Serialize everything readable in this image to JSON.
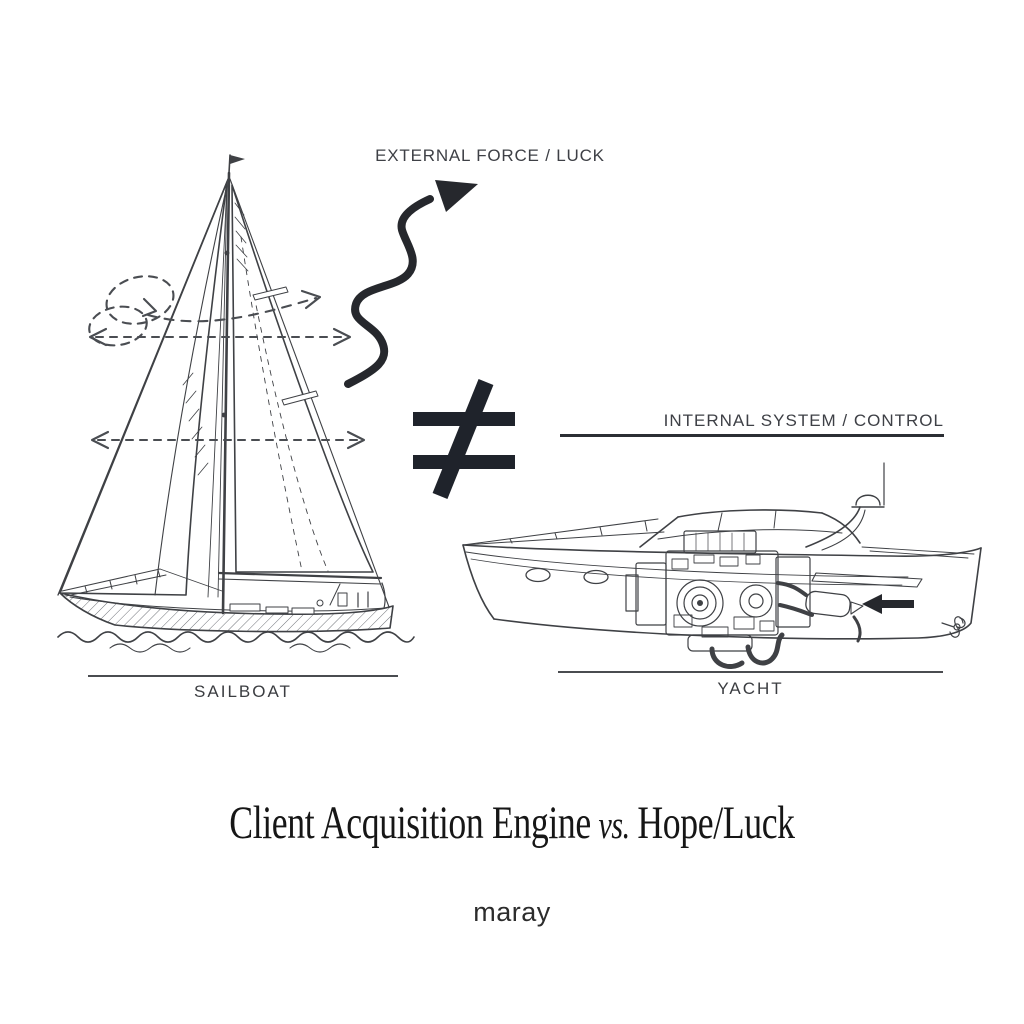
{
  "sailboat_panel": {
    "force_label": "EXTERNAL FORCE / LUCK",
    "caption": "SAILBOAT"
  },
  "yacht_panel": {
    "system_label": "INTERNAL SYSTEM / CONTROL",
    "caption": "YACHT"
  },
  "comparison": {
    "symbol": "≠"
  },
  "headline": {
    "engine": "Client Acquisition Engine",
    "vs": "vs.",
    "alternative": "Hope/Luck"
  },
  "brand": {
    "name": "maray"
  },
  "colors": {
    "background": "#ffffff",
    "line_art_ink": "#3f4145",
    "bold_ink": "#26282d",
    "rule": "#2b2e34",
    "headline_text": "#161616"
  }
}
